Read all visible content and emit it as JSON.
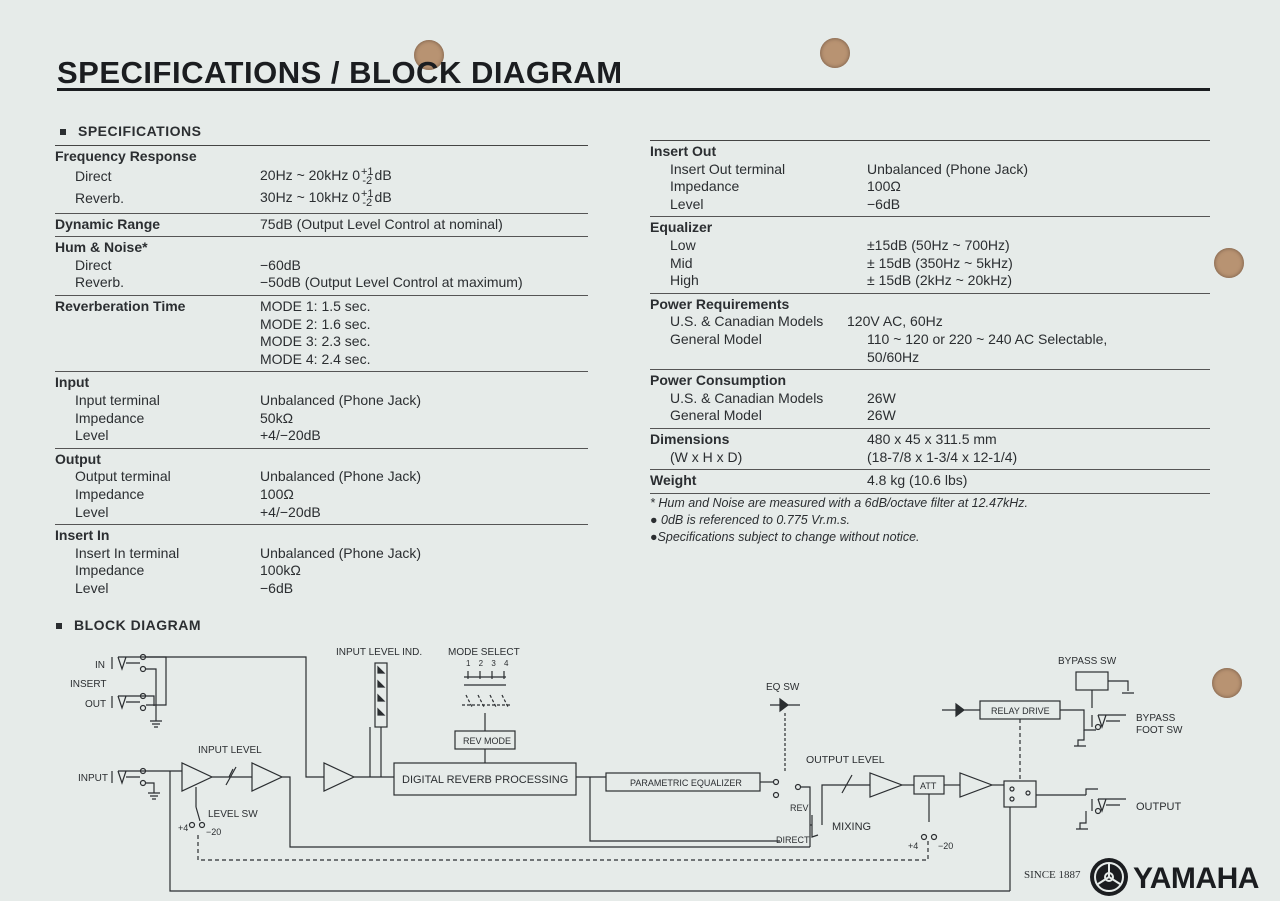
{
  "page_title": "SPECIFICATIONS / BLOCK DIAGRAM",
  "specs_heading": "SPECIFICATIONS",
  "diagram_heading": "BLOCK DIAGRAM",
  "freq": {
    "title": "Frequency Response",
    "direct_label": "Direct",
    "direct_value": "20Hz ~ 20kHz  0",
    "reverb_label": "Reverb.",
    "reverb_value": "30Hz ~ 10kHz  0",
    "tol_plus": "+1",
    "tol_minus": "-2",
    "tol_unit": "dB"
  },
  "dynamic": {
    "title": "Dynamic Range",
    "value": "75dB (Output Level Control at nominal)"
  },
  "hum": {
    "title": "Hum & Noise*",
    "direct_label": "Direct",
    "direct_value": "−60dB",
    "reverb_label": "Reverb.",
    "reverb_value": "−50dB   (Output Level Control at maximum)"
  },
  "revtime": {
    "title": "Reverberation Time",
    "modes": [
      "MODE 1: 1.5 sec.",
      "MODE 2: 1.6 sec.",
      "MODE 3: 2.3 sec.",
      "MODE 4: 2.4 sec."
    ]
  },
  "input": {
    "title": "Input",
    "terminal_label": "Input terminal",
    "terminal_value": "Unbalanced (Phone Jack)",
    "impedance_label": "Impedance",
    "impedance_value": "50kΩ",
    "level_label": "Level",
    "level_value": "+4/−20dB"
  },
  "output": {
    "title": "Output",
    "terminal_label": "Output terminal",
    "terminal_value": "Unbalanced (Phone Jack)",
    "impedance_label": "Impedance",
    "impedance_value": "100Ω",
    "level_label": "Level",
    "level_value": "+4/−20dB"
  },
  "insert_in": {
    "title": "Insert In",
    "terminal_label": "Insert In terminal",
    "terminal_value": "Unbalanced (Phone Jack)",
    "impedance_label": "Impedance",
    "impedance_value": "100kΩ",
    "level_label": "Level",
    "level_value": "−6dB"
  },
  "insert_out": {
    "title": "Insert Out",
    "terminal_label": "Insert Out terminal",
    "terminal_value": "Unbalanced (Phone Jack)",
    "impedance_label": "Impedance",
    "impedance_value": "100Ω",
    "level_label": "Level",
    "level_value": "−6dB"
  },
  "equalizer": {
    "title": "Equalizer",
    "low_label": "Low",
    "low_value": "±15dB (50Hz ~ 700Hz)",
    "mid_label": "Mid",
    "mid_value": "± 15dB (350Hz ~ 5kHz)",
    "high_label": "High",
    "high_value": "± 15dB (2kHz ~ 20kHz)"
  },
  "power_req": {
    "title": "Power Requirements",
    "us_label": "U.S. & Canadian Models",
    "us_value": "120V AC, 60Hz",
    "gen_label": "General Model",
    "gen_value": "110 ~ 120 or 220 ~ 240 AC Selectable,",
    "gen_value2": "50/60Hz"
  },
  "power_cons": {
    "title": "Power Consumption",
    "us_label": "U.S. & Canadian Models",
    "us_value": "26W",
    "gen_label": "General Model",
    "gen_value": "26W"
  },
  "dimensions": {
    "title": "Dimensions",
    "value": "480 x 45 x 311.5 mm",
    "sub_label": "(W x H x D)",
    "sub_value": "(18-7/8 x 1-3/4 x 12-1/4)"
  },
  "weight": {
    "title": "Weight",
    "value": "4.8 kg (10.6 lbs)"
  },
  "notes": [
    "* Hum and Noise are measured with a 6dB/octave filter at 12.47kHz.",
    "● 0dB is referenced to 0.775 Vr.m.s.",
    "●Specifications subject to change without notice."
  ],
  "diagram": {
    "in": "IN",
    "insert": "INSERT",
    "out": "OUT",
    "input": "INPUT",
    "input_level": "INPUT LEVEL",
    "level_sw": "LEVEL SW",
    "plus4": "+4",
    "minus20": "−20",
    "input_level_ind": "INPUT LEVEL IND.",
    "mode_select": "MODE SELECT",
    "mode_nums": "1 2 3 4",
    "rev_mode": "REV MODE",
    "digital_reverb": "DIGITAL REVERB PROCESSING",
    "parametric_eq": "PARAMETRIC EQUALIZER",
    "eq_sw": "EQ SW",
    "rev": "REV",
    "direct": "DIRECT",
    "mixing": "MIXING",
    "output_level": "OUTPUT LEVEL",
    "att": "ATT",
    "relay_drive": "RELAY DRIVE",
    "bypass_sw": "BYPASS SW",
    "bypass_foot_sw": "BYPASS",
    "foot_sw": "FOOT SW",
    "output": "OUTPUT"
  },
  "brand": {
    "since": "SINCE 1887",
    "name": "YAMAHA"
  }
}
